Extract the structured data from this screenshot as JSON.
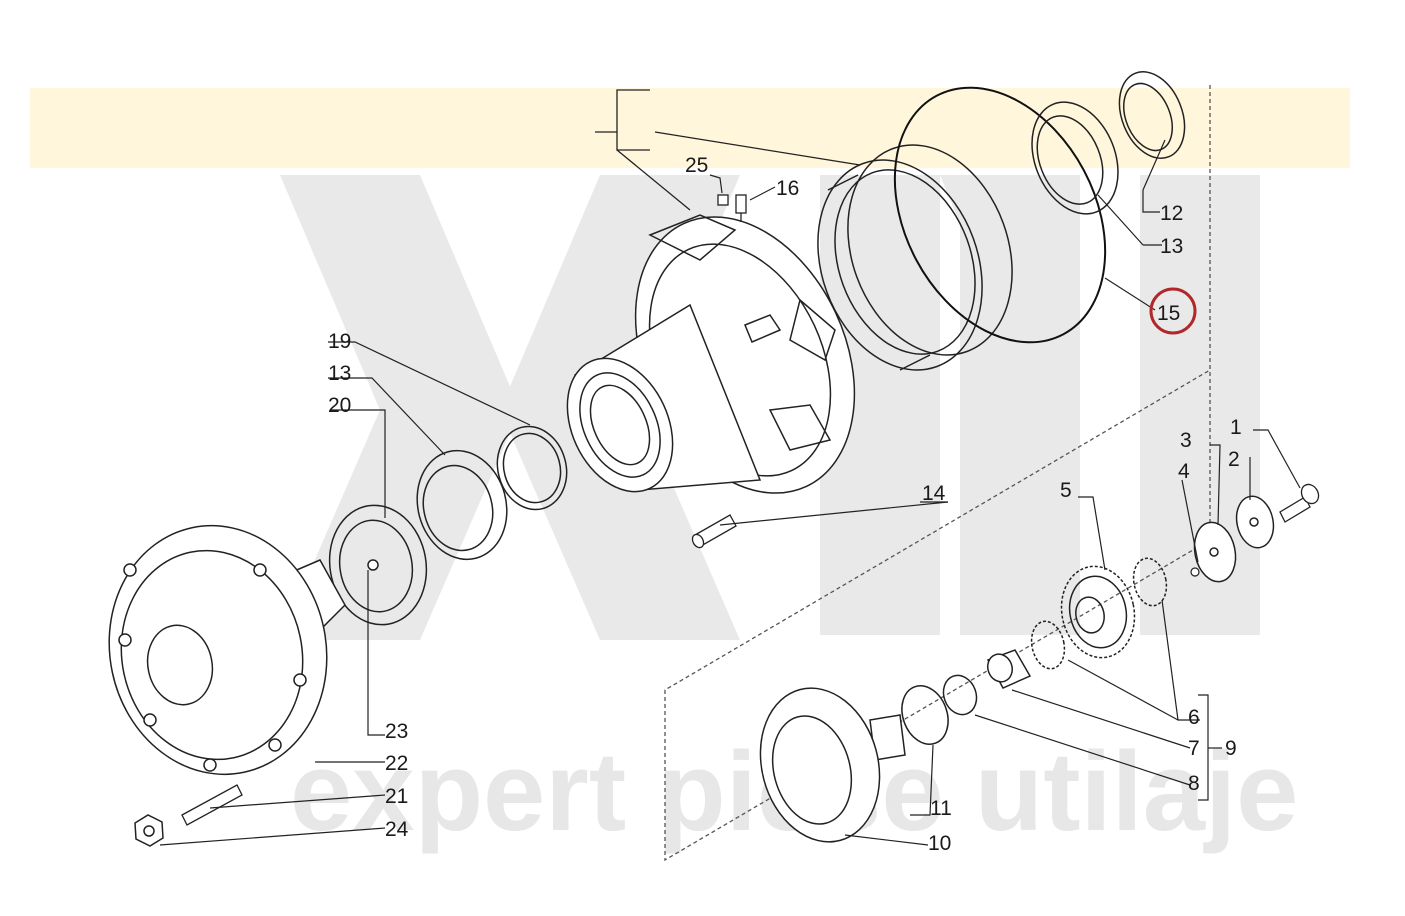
{
  "watermark": {
    "text": "expert piese utilaje",
    "band_color": "#fff6dc",
    "logo_color": "#e9e9e9"
  },
  "highlight": {
    "part": "15",
    "ring_color": "#b0282a"
  },
  "labels": {
    "p1": "1",
    "p2": "2",
    "p3": "3",
    "p4": "4",
    "p5": "5",
    "p6": "6",
    "p7": "7",
    "p8": "8",
    "p9": "9",
    "p10": "10",
    "p11": "11",
    "p12": "12",
    "p13a": "13",
    "p13b": "13",
    "p14": "14",
    "p15": "15",
    "p16": "16",
    "p19": "19",
    "p20": "20",
    "p21": "21",
    "p22": "22",
    "p23": "23",
    "p24": "24",
    "p25": "25"
  }
}
